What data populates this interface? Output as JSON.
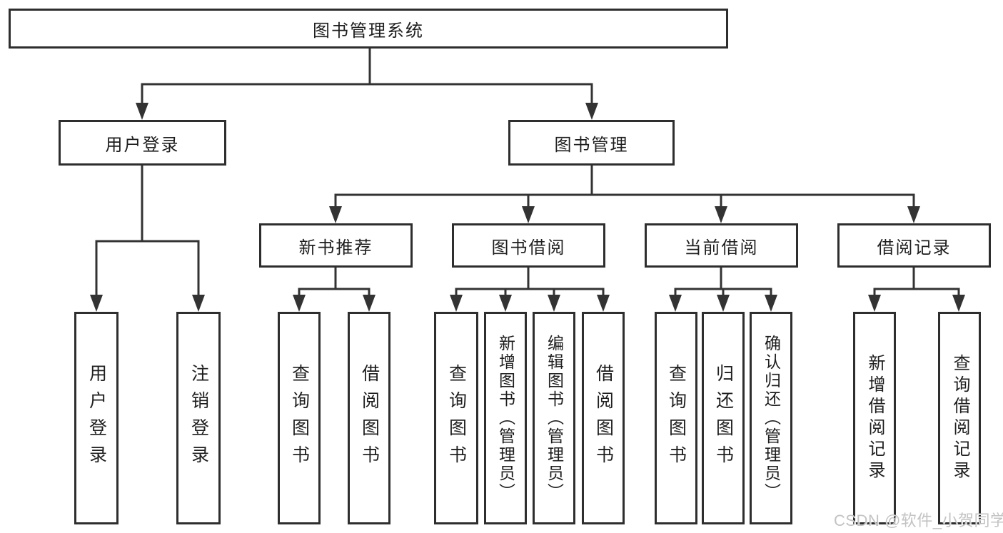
{
  "tree": {
    "label": "图书管理系统",
    "children": [
      {
        "label": "用户登录",
        "children": [
          {
            "label": "用户登录"
          },
          {
            "label": "注销登录"
          }
        ]
      },
      {
        "label": "图书管理",
        "children": [
          {
            "label": "新书推荐",
            "children": [
              {
                "label": "查询图书"
              },
              {
                "label": "借阅图书"
              }
            ]
          },
          {
            "label": "图书借阅",
            "children": [
              {
                "label": "查询图书"
              },
              {
                "label": "新增图书（管理员）"
              },
              {
                "label": "编辑图书（管理员）"
              },
              {
                "label": "借阅图书"
              }
            ]
          },
          {
            "label": "当前借阅",
            "children": [
              {
                "label": "查询图书"
              },
              {
                "label": "归还图书"
              },
              {
                "label": "确认归还（管理员）"
              }
            ]
          },
          {
            "label": "借阅记录",
            "children": [
              {
                "label": "新增借阅记录"
              },
              {
                "label": "查询借阅记录"
              }
            ]
          }
        ]
      }
    ]
  },
  "watermark": {
    "text": "CSDN @软件_小贺同学"
  },
  "colors": {
    "line": "#333333",
    "box_border": "#2e2e2e",
    "text": "#1e1e1e",
    "watermark": "#c3c3c3",
    "background": "#ffffff"
  }
}
